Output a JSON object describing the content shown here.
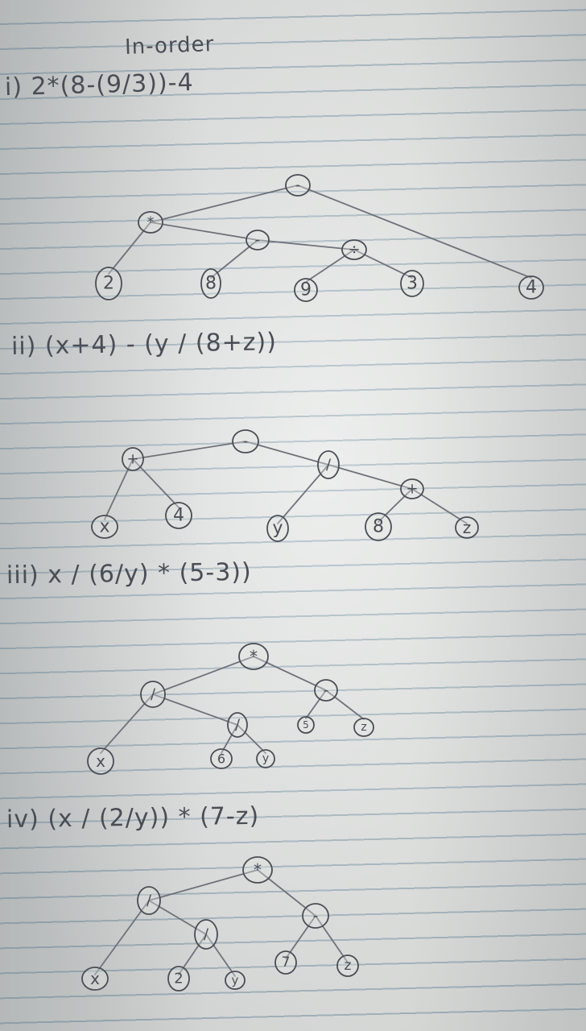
{
  "heading": "In-order",
  "sections": [
    {
      "expression": "i) 2*(8-(9/3))-4",
      "nodes": [
        {
          "label": "-"
        },
        {
          "label": "*"
        },
        {
          "label": "-"
        },
        {
          "label": "÷"
        },
        {
          "label": "2"
        },
        {
          "label": "8"
        },
        {
          "label": "9"
        },
        {
          "label": "3"
        },
        {
          "label": "4"
        }
      ]
    },
    {
      "expression": "ii) (x+4) - (y / (8+z))",
      "nodes": [
        {
          "label": "-"
        },
        {
          "label": "+"
        },
        {
          "label": "/"
        },
        {
          "label": "+"
        },
        {
          "label": "x"
        },
        {
          "label": "4"
        },
        {
          "label": "y"
        },
        {
          "label": "8"
        },
        {
          "label": "z"
        }
      ]
    },
    {
      "expression": "iii) x / (6/y) * (5-3))",
      "nodes": [
        {
          "label": "*"
        },
        {
          "label": "/"
        },
        {
          "label": "/"
        },
        {
          "label": "-"
        },
        {
          "label": "x"
        },
        {
          "label": "6"
        },
        {
          "label": "y"
        },
        {
          "label": "5"
        },
        {
          "label": "z"
        }
      ]
    },
    {
      "expression": "iv) (x / (2/y)) * (7-z)",
      "nodes": [
        {
          "label": "*"
        },
        {
          "label": "/"
        },
        {
          "label": "/"
        },
        {
          "label": "-"
        },
        {
          "label": "x"
        },
        {
          "label": "2"
        },
        {
          "label": "y"
        },
        {
          "label": "7"
        },
        {
          "label": "z"
        }
      ]
    }
  ]
}
